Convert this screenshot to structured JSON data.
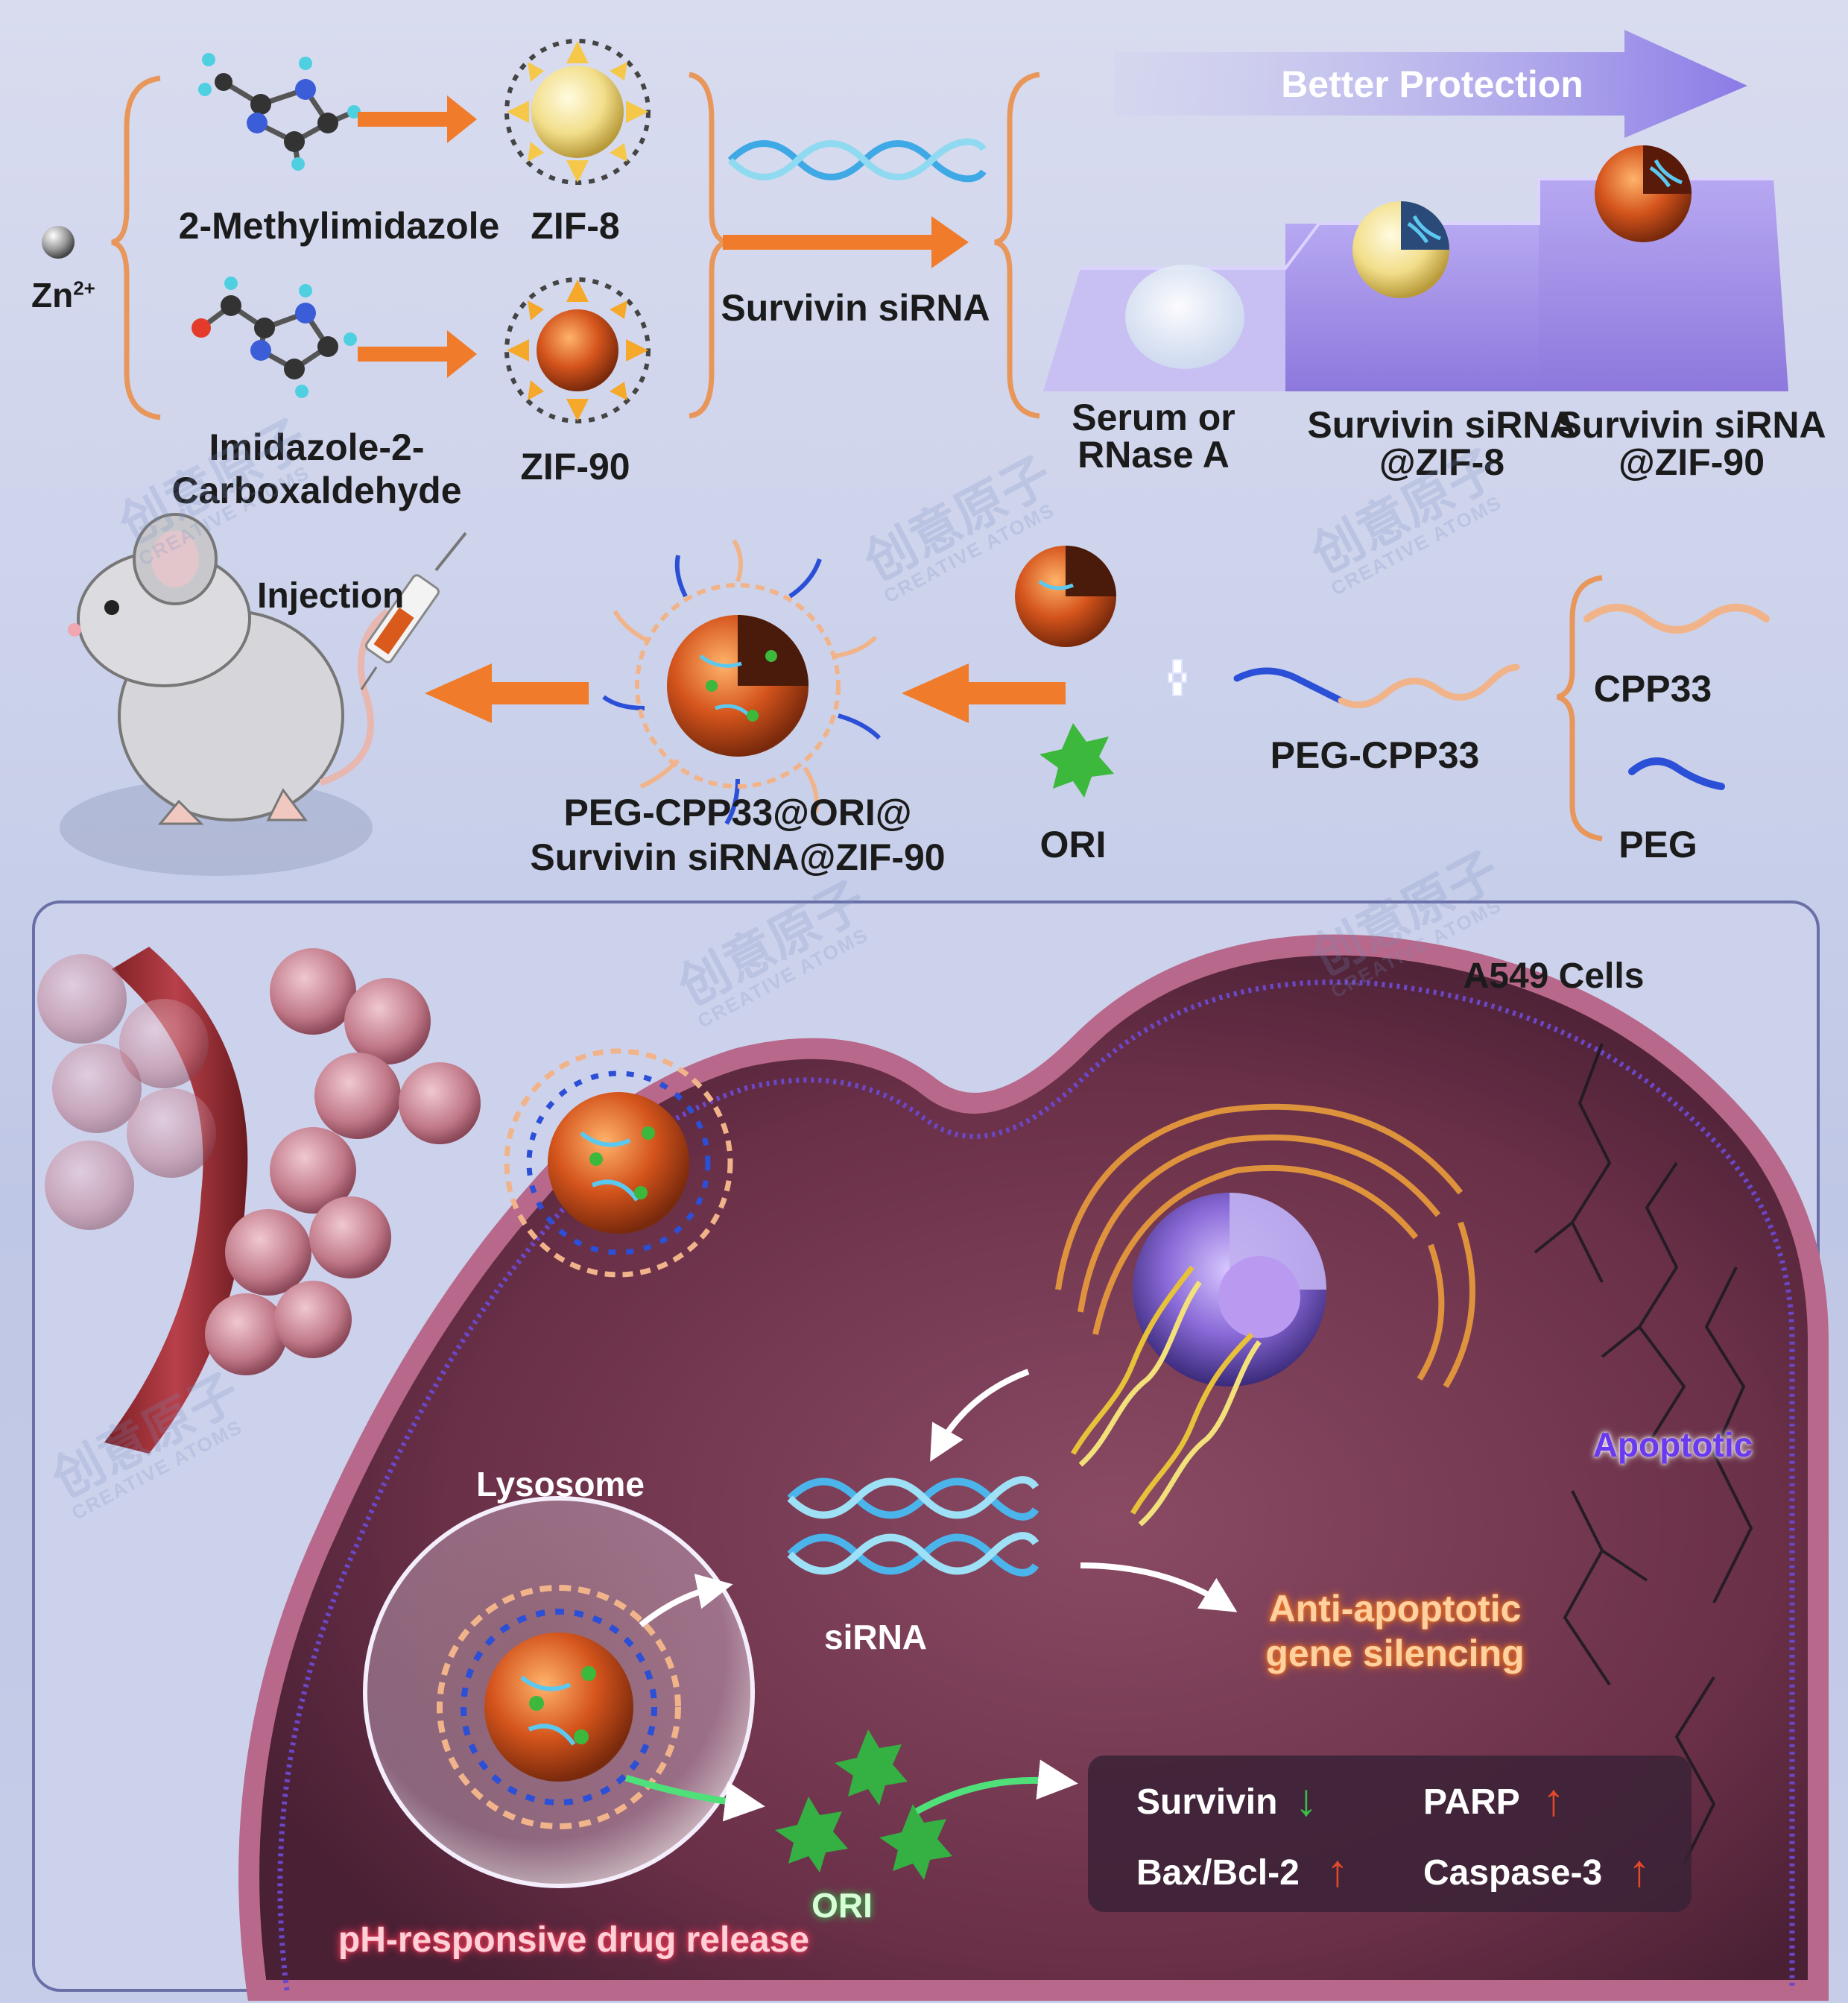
{
  "colors": {
    "arrow_orange": "#f07b2a",
    "bracket_orange": "#e8965a",
    "zif90_core": "#d4541c",
    "zif8_core": "#f2de8a",
    "peg_blue": "#2b4fd6",
    "cpp33_tan": "#f1b48a",
    "ori_green": "#3cb83c",
    "cell_body": "#7a3e56",
    "membrane_pink": "#b8688a",
    "membrane_purple": "#6b47c9",
    "down_arrow_green": "#37c24a",
    "up_arrow_red": "#e44a2a",
    "apoptotic_purple": "#5a2bd8",
    "silencing_orange": "#ff9a3c",
    "release_pink": "#ff5a78"
  },
  "synthesis": {
    "ion_label": "Zn",
    "ion_charge": "2+",
    "ligand_1": "2-Methylimidazole",
    "ligand_2_line1": "Imidazole-2-",
    "ligand_2_line2": "Carboxaldehyde",
    "framework_1": "ZIF-8",
    "framework_2": "ZIF-90",
    "cargo": "Survivin siRNA"
  },
  "protection": {
    "arrow_label": "Better Protection",
    "steps": [
      {
        "line1": "Serum or",
        "line2": "RNase A"
      },
      {
        "line1": "Survivin siRNA",
        "line2": "@ZIF-8"
      },
      {
        "line1": "Survivin siRNA",
        "line2": "@ZIF-90"
      }
    ]
  },
  "assembly": {
    "injection": "Injection",
    "product_line1": "PEG-CPP33@ORI@",
    "product_line2": "Survivin siRNA@ZIF-90",
    "drug": "ORI",
    "plus": "+",
    "conjugate": "PEG-CPP33",
    "component_1": "CPP33",
    "component_2": "PEG"
  },
  "cell": {
    "title": "A549 Cells",
    "apoptotic": "Apoptotic",
    "lysosome": "Lysosome",
    "sirna": "siRNA",
    "silencing_line1": "Anti-apoptotic",
    "silencing_line2": "gene silencing",
    "ori": "ORI",
    "release": "pH-responsive drug release",
    "markers": [
      {
        "name": "Survivin",
        "trend": "down",
        "symbol": "↓"
      },
      {
        "name": "PARP",
        "trend": "up",
        "symbol": "↑"
      },
      {
        "name": "Bax/Bcl-2",
        "trend": "up",
        "symbol": "↑"
      },
      {
        "name": "Caspase-3",
        "trend": "up",
        "symbol": "↑"
      }
    ]
  },
  "watermark": {
    "cn": "创意原子",
    "en": "CREATIVE ATOMS"
  }
}
